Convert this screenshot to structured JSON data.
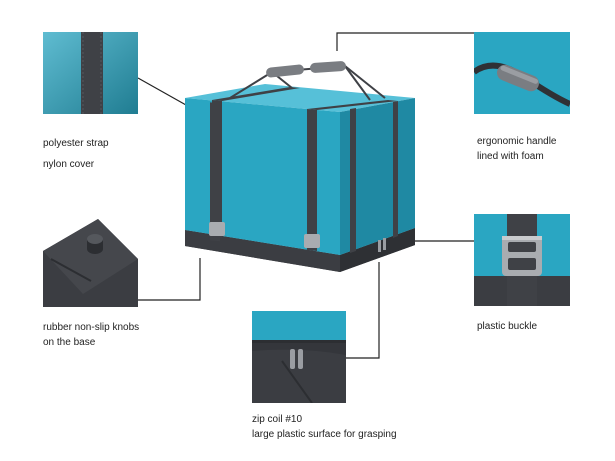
{
  "callouts": {
    "strap": {
      "line1": "polyester strap",
      "line2": "nylon cover"
    },
    "handle": {
      "line1": "ergonomic handle",
      "line2": "lined with foam"
    },
    "knobs": {
      "line1": "rubber non-slip knobs",
      "line2": "on the base"
    },
    "buckle": {
      "line1": "plastic buckle"
    },
    "zip": {
      "line1": "zip coil #10",
      "line2": "large plastic surface for grasping"
    }
  },
  "colors": {
    "teal": "#2aa6c2",
    "teal_dark": "#1f89a3",
    "strap": "#3f4146",
    "base": "#3b3d42",
    "handle_foam": "#7a7d82"
  },
  "icons": [
    "strap-detail",
    "handle-detail",
    "knob-detail",
    "buckle-detail",
    "zipper-detail"
  ]
}
